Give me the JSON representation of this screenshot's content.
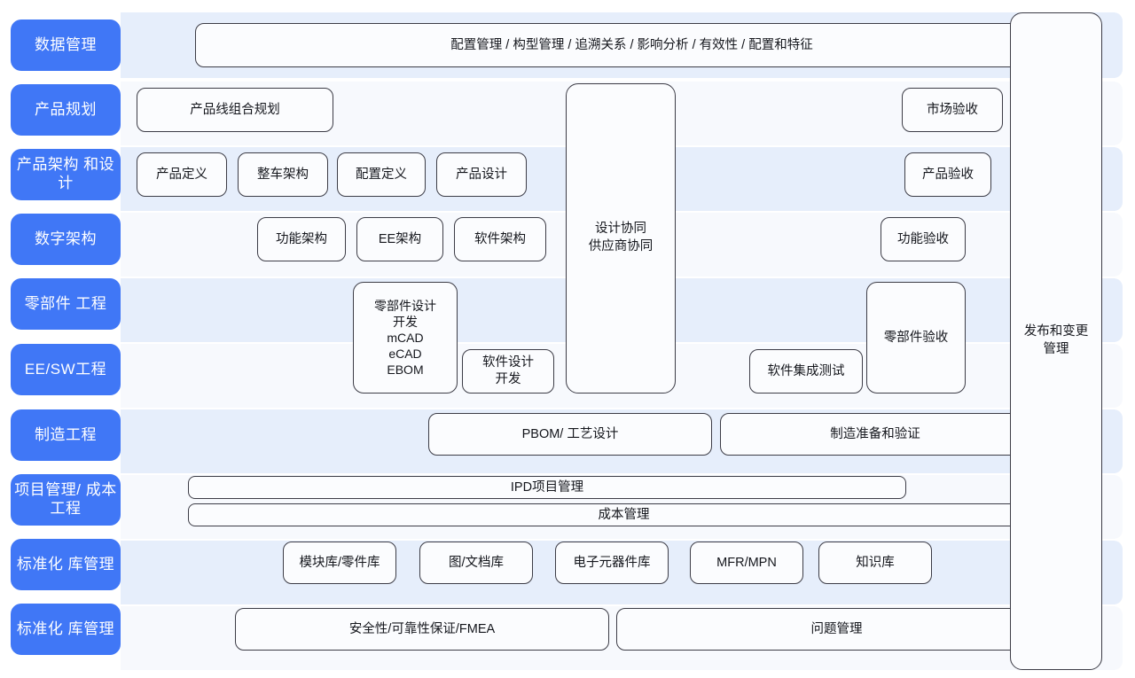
{
  "theme": {
    "accent": "#4077f6",
    "band_light": "#f7f9fd",
    "band_dark": "#e6eefb",
    "box_fill": "#fbfcfe",
    "box_border": "#3c3c46",
    "text": "#14161c"
  },
  "categories": [
    {
      "label": "数据管理"
    },
    {
      "label": "产品规划"
    },
    {
      "label": "产品架构\n和设计"
    },
    {
      "label": "数字架构"
    },
    {
      "label": "零部件\n工程"
    },
    {
      "label": "EE/SW工程"
    },
    {
      "label": "制造工程"
    },
    {
      "label": "项目管理/\n成本工程"
    },
    {
      "label": "标准化\n库管理"
    },
    {
      "label": "标准化\n库管理"
    }
  ],
  "boxes": {
    "data_management_bar": "配置管理 / 构型管理 / 追溯关系 / 影响分析 / 有效性 / 配置和特征",
    "product_line_portfolio": "产品线组合规划",
    "market_acceptance": "市场验收",
    "product_definition": "产品定义",
    "vehicle_architecture": "整车架构",
    "configuration_definition": "配置定义",
    "product_design": "产品设计",
    "product_acceptance": "产品验收",
    "functional_architecture": "功能架构",
    "ee_architecture": "EE架构",
    "software_architecture": "软件架构",
    "functional_acceptance": "功能验收",
    "design_collaboration": "设计协同\n供应商协同",
    "part_design_development": "零部件设计\n开发\nmCAD\neCAD\nEBOM",
    "software_design_development": "软件设计\n开发",
    "software_integration_test": "软件集成测试",
    "part_acceptance": "零部件验收",
    "pbom_process_design": "PBOM/ 工艺设计",
    "manufacturing_prep_validation": "制造准备和验证",
    "ipd_project_management": "IPD项目管理",
    "cost_management": "成本管理",
    "module_part_library": "模块库/零件库",
    "drawing_document_library": "图/文档库",
    "electronic_component_library": "电子元器件库",
    "mfr_mpn": "MFR/MPN",
    "knowledge_library": "知识库",
    "safety_reliability_fmea": "安全性/可靠性保证/FMEA",
    "issue_management": "问题管理",
    "release_change_management": "发布和变更\n管理"
  }
}
